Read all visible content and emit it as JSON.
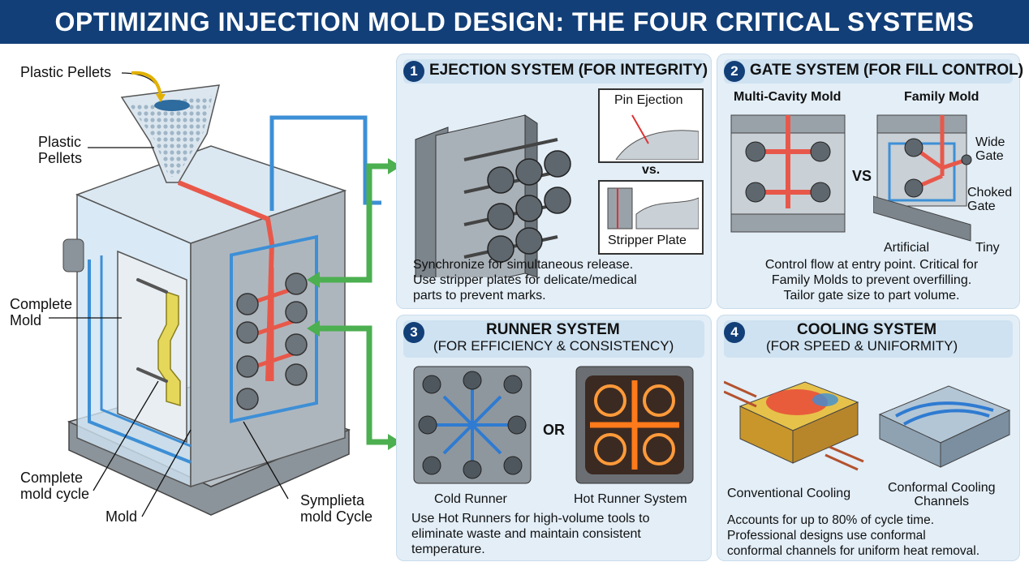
{
  "title": "OPTIMIZING INJECTION MOLD DESIGN: THE FOUR CRITICAL SYSTEMS",
  "left": {
    "callouts": [
      "Plastic Pellets",
      "Plastic\nPellets",
      "Complete\nMold",
      "Complete\nmold cycle",
      "Mold",
      "Symplieta\nmold Cycle"
    ]
  },
  "panels": {
    "ejection": {
      "number": "1",
      "title": "EJECTION SYSTEM (FOR INTEGRITY)",
      "inset_top": "Pin Ejection",
      "vs": "vs.",
      "inset_bottom": "Stripper Plate",
      "description": "Synchronize for simultaneous release.\nUse stripper plates for delicate/medical\nparts to prevent marks."
    },
    "gate": {
      "number": "2",
      "title": "GATE SYSTEM (FOR FILL CONTROL)",
      "left_label": "Multi-Cavity Mold",
      "right_label": "Family Mold",
      "vs": "VS",
      "wide_gate": "Wide\nGate",
      "choked_gate": "Choked\nGate",
      "artificial": "Artificial",
      "tiny": "Tiny",
      "description": "Control flow at entry point. Critical for\nFamily Molds to prevent overfilling.\nTailor gate size to part volume."
    },
    "runner": {
      "number": "3",
      "title": "RUNNER SYSTEM",
      "subtitle": "(FOR EFFICIENCY & CONSISTENCY)",
      "or": "OR",
      "cold": "Cold Runner",
      "hot": "Hot Runner System",
      "description": "Use Hot Runners for high-volume tools to\neliminate waste and maintain consistent\ntemperature."
    },
    "cooling": {
      "number": "4",
      "title": "COOLING SYSTEM",
      "subtitle": "(FOR SPEED & UNIFORMITY)",
      "conventional": "Conventional Cooling",
      "conformal": "Conformal Cooling\nChannels",
      "description": "Accounts for up to 80% of cycle time.\nProfessional designs use conformal\nconformal channels for uniform heat removal."
    }
  },
  "colors": {
    "title_bg": "#123f78",
    "panel_bg": "#e3eef7",
    "panel_head": "#cfe2f1",
    "arrow_green": "#4caf50",
    "coolant_blue": "#3d8fd6",
    "melt_red": "#e8584a"
  }
}
